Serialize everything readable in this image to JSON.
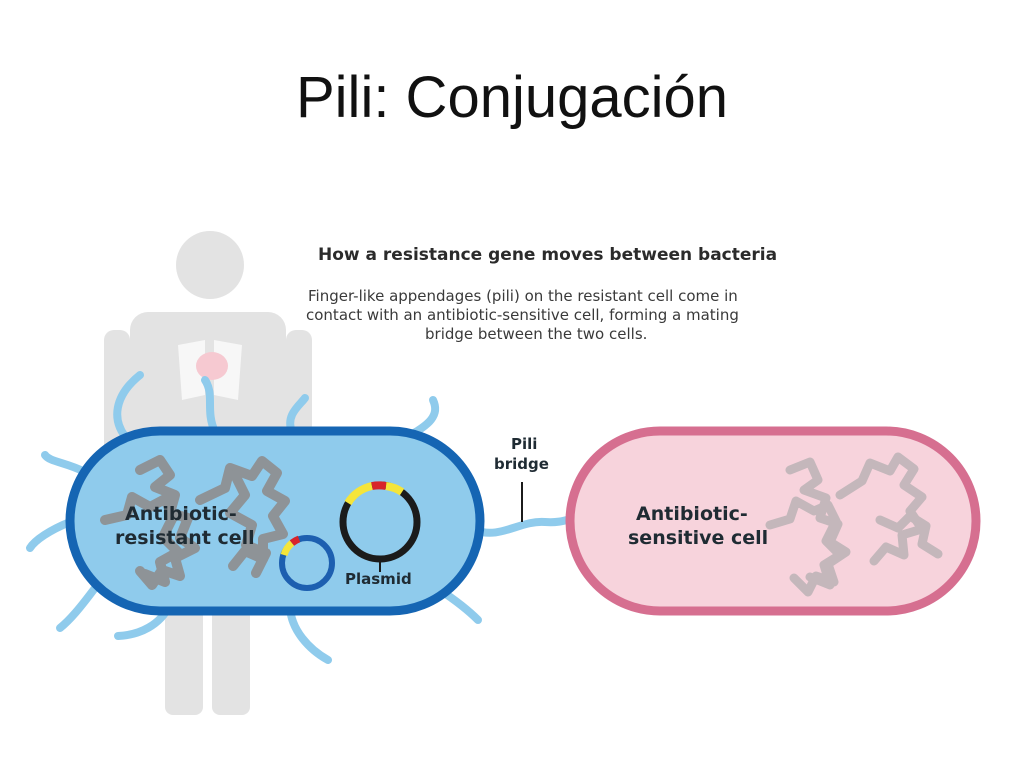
{
  "slide": {
    "title": "Pili: Conjugación"
  },
  "figure": {
    "heading": "How a resistance gene moves between bacteria",
    "description_lines": [
      "Finger-like appendages (pili) on the resistant cell come in",
      "contact with an antibiotic-sensitive cell, forming a mating",
      "bridge between the two cells."
    ],
    "resistant_cell_label": [
      "Antibiotic-",
      "resistant cell"
    ],
    "sensitive_cell_label": [
      "Antibiotic-",
      "sensitive cell"
    ],
    "pili_bridge_label": [
      "Pili",
      "bridge"
    ],
    "plasmid_label": "Plasmid",
    "colors": {
      "human_silhouette": "#e3e3e3",
      "resistant_cell_fill": "#8fcbec",
      "resistant_cell_border": "#1565b3",
      "pili": "#8fcbec",
      "sensitive_cell_fill": "#f7d3dc",
      "sensitive_cell_border": "#d66f90",
      "dna": "#8e8e8e",
      "plasmid_ring": "#1b1b1b",
      "small_plasmid_ring": "#1d5fb0",
      "gene_yellow": "#f5e53a",
      "gene_red": "#d8232a"
    }
  }
}
